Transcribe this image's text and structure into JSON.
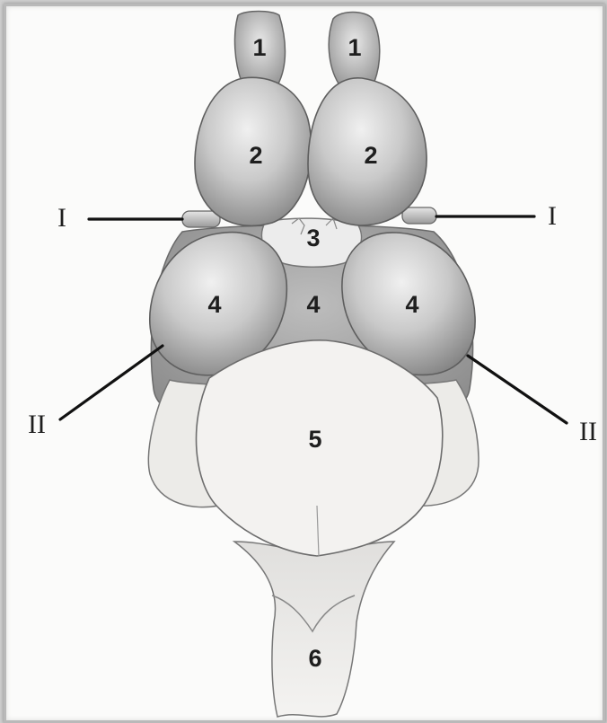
{
  "labels": {
    "olfactory_nerve_left": "1",
    "olfactory_nerve_right": "1",
    "hemisphere_left": "2",
    "hemisphere_right": "2",
    "diencephalon": "3",
    "optic_lobe_left": "4",
    "midbrain_center": "4",
    "optic_lobe_right": "4",
    "cerebellum": "5",
    "medulla": "6"
  },
  "pointers": {
    "left_upper": "I",
    "right_upper": "I",
    "left_lower": "II",
    "right_lower": "II"
  },
  "colors": {
    "background": "#fbfbfa",
    "lobe_dark": "#8a8a8a",
    "lobe_light": "#e6e6e6",
    "cerebellum": "#f2f1ef",
    "line": "#111111"
  }
}
